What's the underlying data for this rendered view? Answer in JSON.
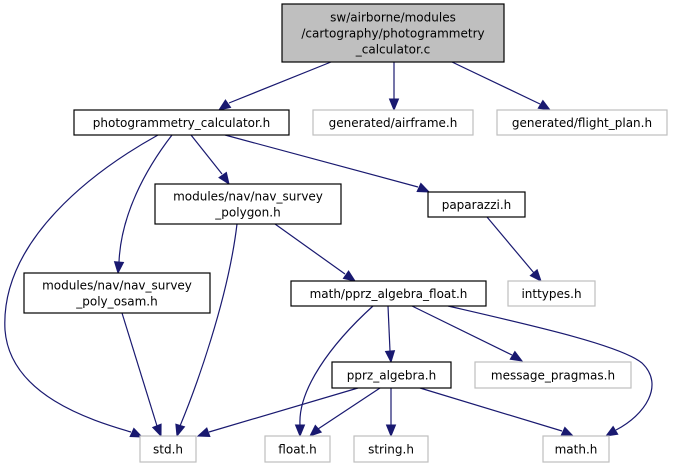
{
  "graph": {
    "kind": "include-dependency-graph",
    "edge_color": "#191970",
    "nodes": [
      {
        "id": "root",
        "lines": [
          "sw/airborne/modules",
          "/cartography/photogrammetry",
          "_calculator.c"
        ],
        "style": "root",
        "fill": "#bfbfbf",
        "border": "#000000"
      },
      {
        "id": "photogrammetry_calculator_h",
        "lines": [
          "photogrammetry_calculator.h"
        ],
        "style": "documented",
        "fill": "#ffffff",
        "border": "#000000"
      },
      {
        "id": "generated_airframe_h",
        "lines": [
          "generated/airframe.h"
        ],
        "style": "external",
        "fill": "#ffffff",
        "border": "#bfbfbf"
      },
      {
        "id": "generated_flight_plan_h",
        "lines": [
          "generated/flight_plan.h"
        ],
        "style": "external",
        "fill": "#ffffff",
        "border": "#bfbfbf"
      },
      {
        "id": "nav_survey_polygon_h",
        "lines": [
          "modules/nav/nav_survey",
          "_polygon.h"
        ],
        "style": "documented",
        "fill": "#ffffff",
        "border": "#000000"
      },
      {
        "id": "paparazzi_h",
        "lines": [
          "paparazzi.h"
        ],
        "style": "documented",
        "fill": "#ffffff",
        "border": "#000000"
      },
      {
        "id": "nav_survey_poly_osam_h",
        "lines": [
          "modules/nav/nav_survey",
          "_poly_osam.h"
        ],
        "style": "documented",
        "fill": "#ffffff",
        "border": "#000000"
      },
      {
        "id": "pprz_algebra_float_h",
        "lines": [
          "math/pprz_algebra_float.h"
        ],
        "style": "documented",
        "fill": "#ffffff",
        "border": "#000000"
      },
      {
        "id": "inttypes_h",
        "lines": [
          "inttypes.h"
        ],
        "style": "external",
        "fill": "#ffffff",
        "border": "#bfbfbf"
      },
      {
        "id": "pprz_algebra_h",
        "lines": [
          "pprz_algebra.h"
        ],
        "style": "documented",
        "fill": "#ffffff",
        "border": "#000000"
      },
      {
        "id": "message_pragmas_h",
        "lines": [
          "message_pragmas.h"
        ],
        "style": "external",
        "fill": "#ffffff",
        "border": "#bfbfbf"
      },
      {
        "id": "std_h",
        "lines": [
          "std.h"
        ],
        "style": "external",
        "fill": "#ffffff",
        "border": "#bfbfbf"
      },
      {
        "id": "float_h",
        "lines": [
          "float.h"
        ],
        "style": "external",
        "fill": "#ffffff",
        "border": "#bfbfbf"
      },
      {
        "id": "string_h",
        "lines": [
          "string.h"
        ],
        "style": "external",
        "fill": "#ffffff",
        "border": "#bfbfbf"
      },
      {
        "id": "math_h",
        "lines": [
          "math.h"
        ],
        "style": "external",
        "fill": "#ffffff",
        "border": "#bfbfbf"
      }
    ],
    "edges": [
      {
        "from": "root",
        "to": "photogrammetry_calculator_h"
      },
      {
        "from": "root",
        "to": "generated_airframe_h"
      },
      {
        "from": "root",
        "to": "generated_flight_plan_h"
      },
      {
        "from": "photogrammetry_calculator_h",
        "to": "nav_survey_polygon_h"
      },
      {
        "from": "photogrammetry_calculator_h",
        "to": "paparazzi_h"
      },
      {
        "from": "photogrammetry_calculator_h",
        "to": "nav_survey_poly_osam_h"
      },
      {
        "from": "photogrammetry_calculator_h",
        "to": "std_h"
      },
      {
        "from": "nav_survey_polygon_h",
        "to": "pprz_algebra_float_h"
      },
      {
        "from": "nav_survey_polygon_h",
        "to": "std_h"
      },
      {
        "from": "paparazzi_h",
        "to": "inttypes_h"
      },
      {
        "from": "nav_survey_poly_osam_h",
        "to": "std_h"
      },
      {
        "from": "pprz_algebra_float_h",
        "to": "pprz_algebra_h"
      },
      {
        "from": "pprz_algebra_float_h",
        "to": "message_pragmas_h"
      },
      {
        "from": "pprz_algebra_float_h",
        "to": "float_h"
      },
      {
        "from": "pprz_algebra_float_h",
        "to": "math_h"
      },
      {
        "from": "pprz_algebra_h",
        "to": "std_h"
      },
      {
        "from": "pprz_algebra_h",
        "to": "float_h"
      },
      {
        "from": "pprz_algebra_h",
        "to": "string_h"
      },
      {
        "from": "pprz_algebra_h",
        "to": "math_h"
      }
    ]
  }
}
